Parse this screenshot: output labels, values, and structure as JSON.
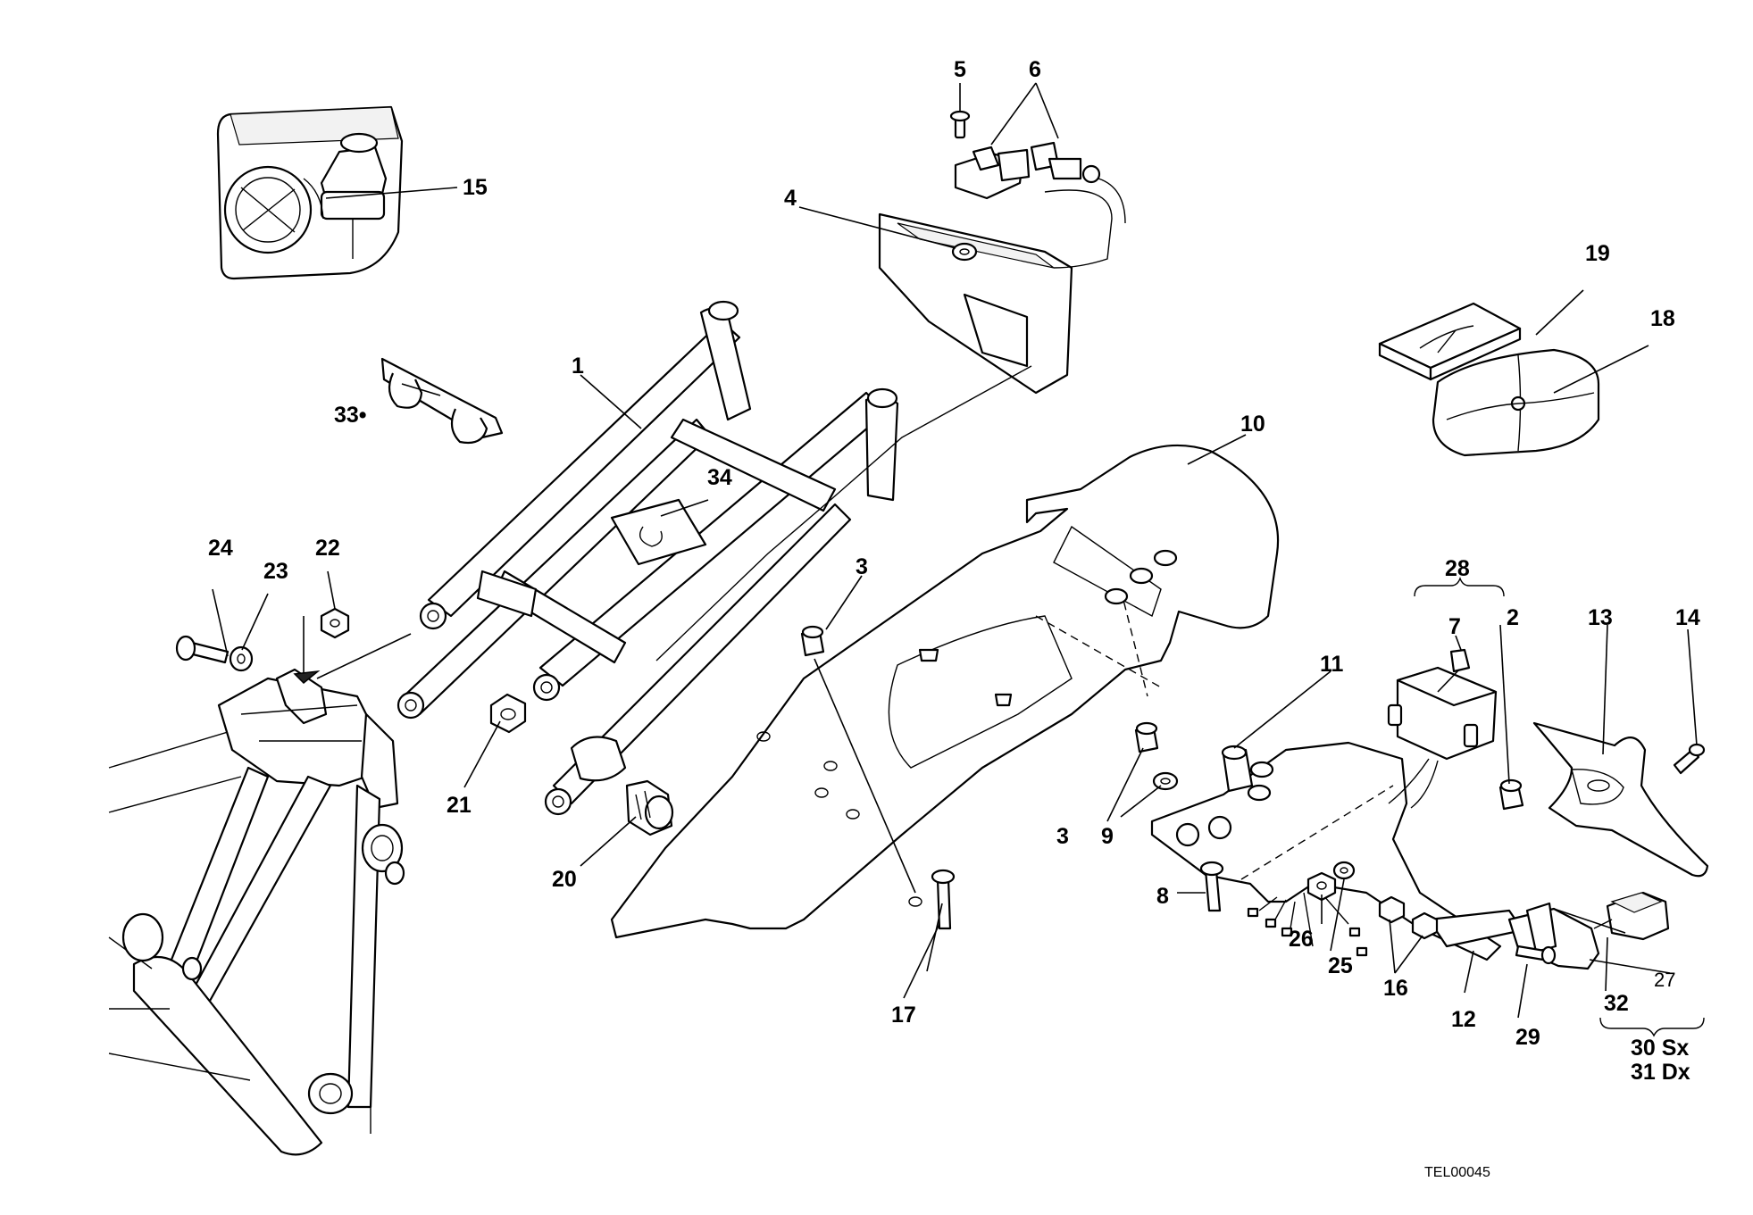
{
  "diagram": {
    "reference_code": "TEL00045",
    "labels": {
      "p1": "1",
      "p2": "2",
      "p3a": "3",
      "p3b": "3",
      "p4": "4",
      "p5": "5",
      "p6": "6",
      "p7": "7",
      "p8": "8",
      "p9": "9",
      "p10": "10",
      "p11": "11",
      "p12": "12",
      "p13": "13",
      "p14": "14",
      "p15": "15",
      "p16": "16",
      "p17": "17",
      "p18": "18",
      "p19": "19",
      "p20": "20",
      "p21": "21",
      "p22": "22",
      "p23": "23",
      "p24": "24",
      "p25": "25",
      "p26": "26",
      "p27": "27",
      "p28": "28",
      "p29": "29",
      "p30": "30 Sx",
      "p31": "31 Dx",
      "p32": "32",
      "p33": "33•",
      "p34": "34"
    }
  }
}
